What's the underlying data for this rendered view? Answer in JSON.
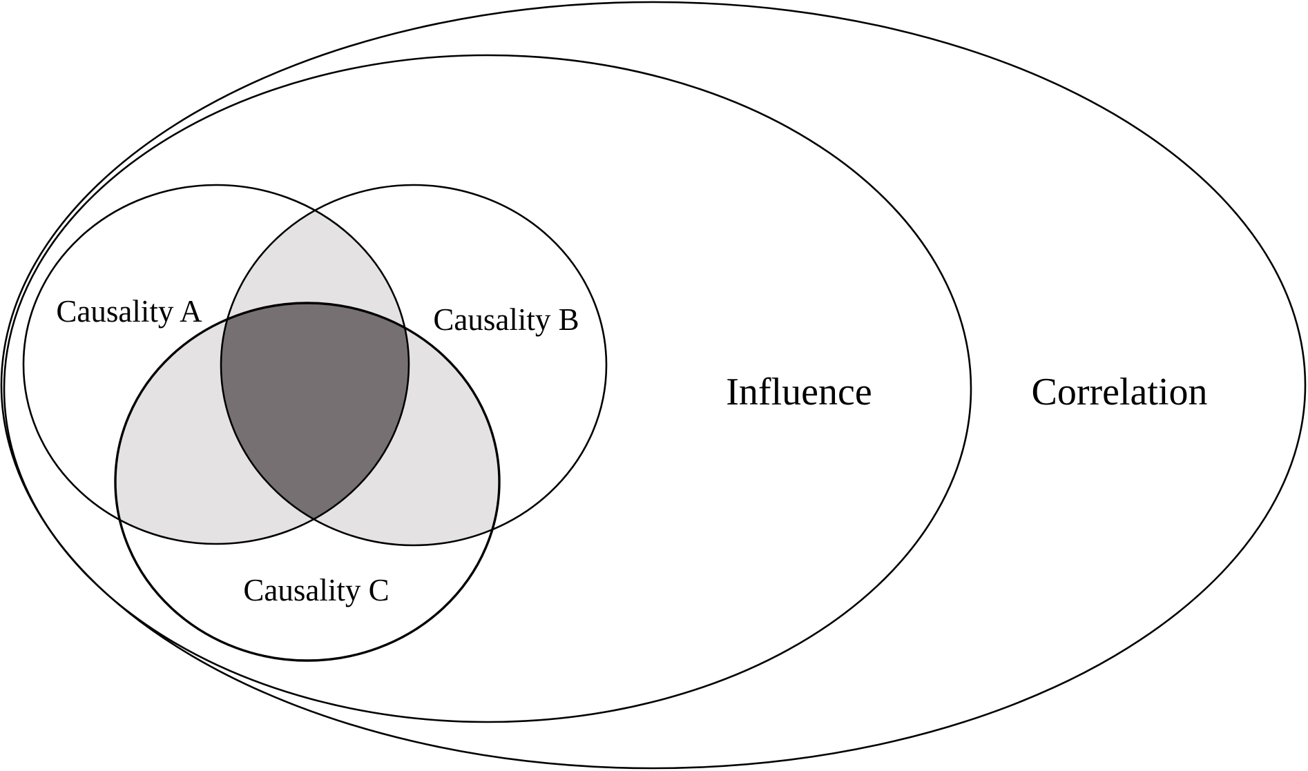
{
  "diagram": {
    "sets": {
      "correlation": "Correlation",
      "influence": "Influence",
      "causality_a": "Causality A",
      "causality_b": "Causality B",
      "causality_c": "Causality C"
    },
    "colors": {
      "pairwise_overlap": "#e5e2e4",
      "triple_overlap": "#767073",
      "stroke": "#000000",
      "background": "#ffffff"
    }
  }
}
